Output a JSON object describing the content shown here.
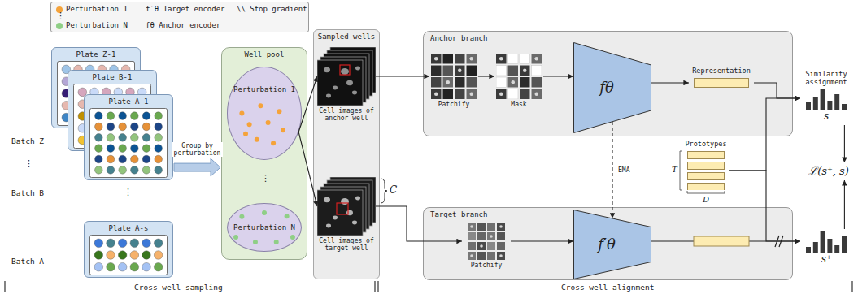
{
  "diagram": {
    "nodes": [
      {
        "text": [
          "Plate Z-1"
        ]
      },
      {
        "text": [
          "Plate B-1"
        ]
      },
      {
        "text": [
          "Plate A-1"
        ]
      },
      {
        "text": [
          "Plate A-s"
        ]
      },
      {
        "text": [
          "Well pool"
        ]
      },
      {
        "text": [
          "Perturbation 1"
        ],
        "in": 4
      },
      {
        "text": [
          "Perturbation N"
        ],
        "in": 4
      },
      {
        "text": [
          "Sampled wells"
        ]
      },
      {
        "text": [
          "Cell images of anchor well"
        ],
        "in": 7
      },
      {
        "text": [
          "Cell images of target well"
        ],
        "in": 7
      },
      {
        "text": [
          "Anchor branch"
        ]
      },
      {
        "text": [
          "Patchify"
        ],
        "in": 10
      },
      {
        "text": [
          "Mask"
        ],
        "in": 10
      },
      {
        "text": [
          "fθ"
        ],
        "in": 10
      },
      {
        "text": [
          "Representation"
        ],
        "in": 10
      },
      {
        "text": [
          "Target branch"
        ]
      },
      {
        "text": [
          "Patchify"
        ],
        "in": 15
      },
      {
        "text": [
          "f′θ"
        ],
        "in": 15
      },
      {
        "text": [
          "Prototypes"
        ]
      },
      {
        "text": [
          "Similarity assignment",
          "s"
        ]
      },
      {
        "text": [
          "s⁺"
        ]
      },
      {
        "text": [
          "ℒ(s⁺, s)"
        ]
      }
    ],
    "edges": [
      {
        "from": 2,
        "to": 4,
        "arrow": "to",
        "label": "Group by perturbation"
      },
      {
        "from": 5,
        "to": 8,
        "arrow": "to"
      },
      {
        "from": 5,
        "to": 9,
        "arrow": "to"
      },
      {
        "from": 8,
        "to": 11,
        "arrow": "to"
      },
      {
        "from": 11,
        "to": 12,
        "arrow": "to"
      },
      {
        "from": 12,
        "to": 13,
        "arrow": "to"
      },
      {
        "from": 13,
        "to": 14,
        "arrow": "to"
      },
      {
        "from": 14,
        "to": 19,
        "arrow": "to"
      },
      {
        "from": 18,
        "to": 19,
        "arrow": "to"
      },
      {
        "from": 18,
        "to": 20,
        "arrow": "to"
      },
      {
        "from": 13,
        "to": 17,
        "arrow": "to",
        "label": "EMA"
      },
      {
        "from": 9,
        "to": 16,
        "arrow": "to"
      },
      {
        "from": 16,
        "to": 17,
        "arrow": "to"
      },
      {
        "from": 17,
        "to": 20,
        "arrow": "to"
      },
      {
        "from": 19,
        "to": 21,
        "arrow": "to"
      },
      {
        "from": 20,
        "to": 21,
        "arrow": "to"
      }
    ],
    "labels": [
      "⋮",
      "Batch Z",
      "⋮",
      "Batch B",
      "Batch A",
      "⋮",
      "⋮",
      "C",
      "T",
      "D",
      "Cross-well sampling",
      "Cross-well alignment"
    ],
    "legend": [
      {
        "text": "Perturbation 1",
        "color": "#f5a33a"
      },
      {
        "text": "Perturbation N",
        "color": "#8fcf86"
      },
      {
        "text": "f′θ Target encoder"
      },
      {
        "text": "fθ Anchor encoder"
      },
      {
        "text": "\\\\ Stop gradient"
      }
    ]
  }
}
